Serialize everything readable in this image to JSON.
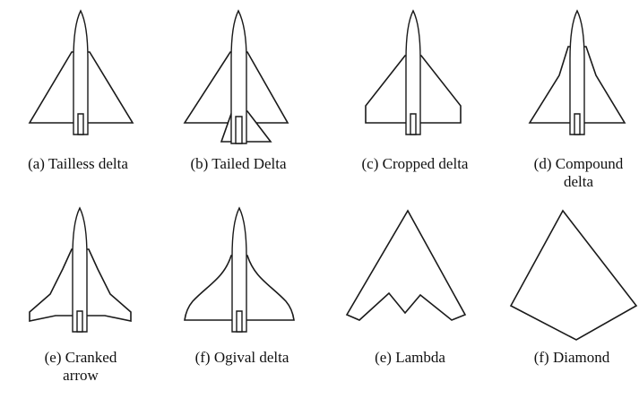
{
  "figure": {
    "captions": [
      {
        "id": "a",
        "lines": [
          "(a) Tailless delta"
        ]
      },
      {
        "id": "b",
        "lines": [
          "(b) Tailed Delta"
        ]
      },
      {
        "id": "c",
        "lines": [
          "(c) Cropped delta"
        ]
      },
      {
        "id": "d",
        "lines": [
          "(d) Compound",
          "delta"
        ]
      },
      {
        "id": "e1",
        "lines": [
          "(e) Cranked",
          "arrow"
        ]
      },
      {
        "id": "f1",
        "lines": [
          "(f) Ogival delta"
        ]
      },
      {
        "id": "e2",
        "lines": [
          "(e) Lambda"
        ]
      },
      {
        "id": "f2",
        "lines": [
          "(f) Diamond"
        ]
      }
    ]
  }
}
